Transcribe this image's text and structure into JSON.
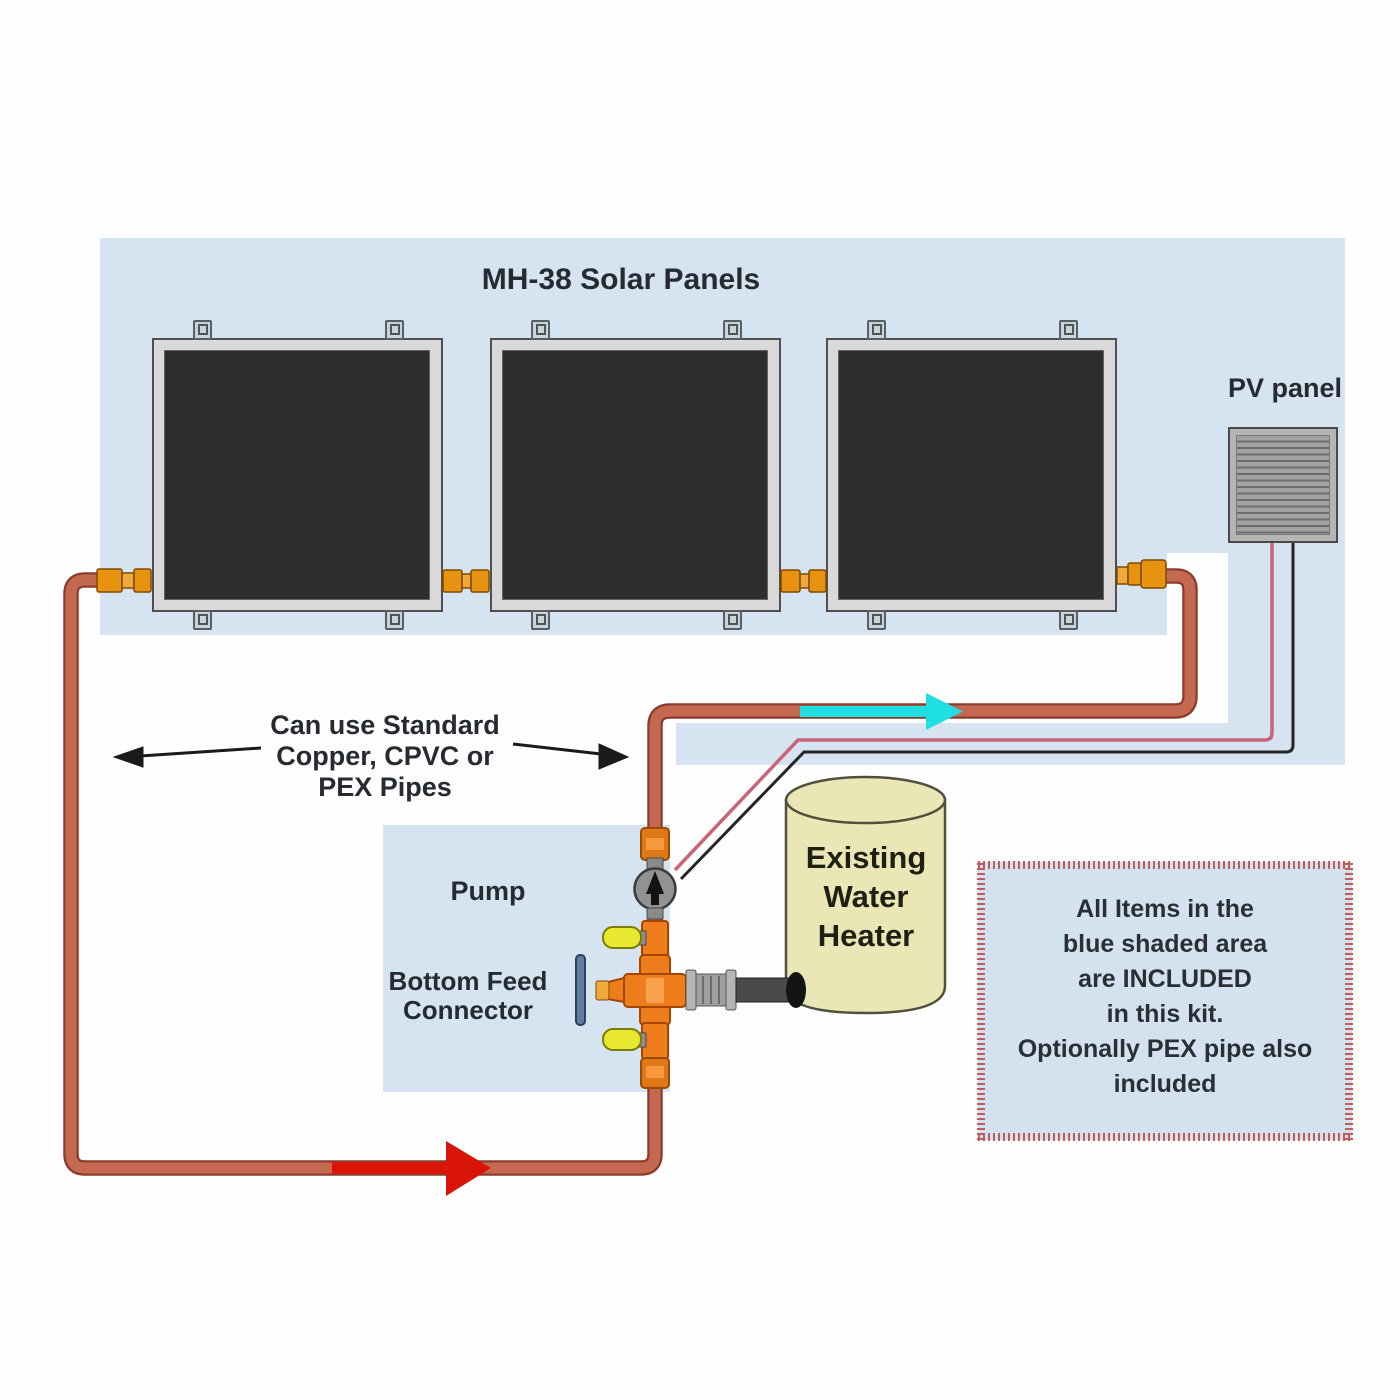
{
  "diagram": {
    "title": "MH-38 Solar Panels",
    "pv_panel_label": "PV panel",
    "pipes_note": [
      "Can use Standard",
      "Copper, CPVC or",
      "PEX Pipes"
    ],
    "pump_label": "Pump",
    "bottom_feed_label": [
      "Bottom Feed",
      "Connector"
    ],
    "water_heater_label": [
      "Existing",
      "Water",
      "Heater"
    ],
    "kit_note": [
      "All Items in the",
      "blue shaded area",
      "are INCLUDED",
      "in this kit.",
      "Optionally PEX pipe also",
      "included"
    ],
    "panel_count": 3,
    "colors": {
      "shaded_area": "#d5e4f0",
      "pipe_fill": "#c4694f",
      "pipe_outline": "#8a3d2c",
      "cold_flow_arrow": "#1fdfe2",
      "hot_flow_arrow": "#d91508",
      "fitting_brass": "#e8930f",
      "connector_orange": "#ef7d1b",
      "valve_handle_yellow": "#e8e830",
      "heater_tan": "#eae6b5",
      "kit_box_border": "#c25b5b",
      "pv_wire_red": "#ca6478",
      "pv_wire_black": "#252525"
    }
  }
}
